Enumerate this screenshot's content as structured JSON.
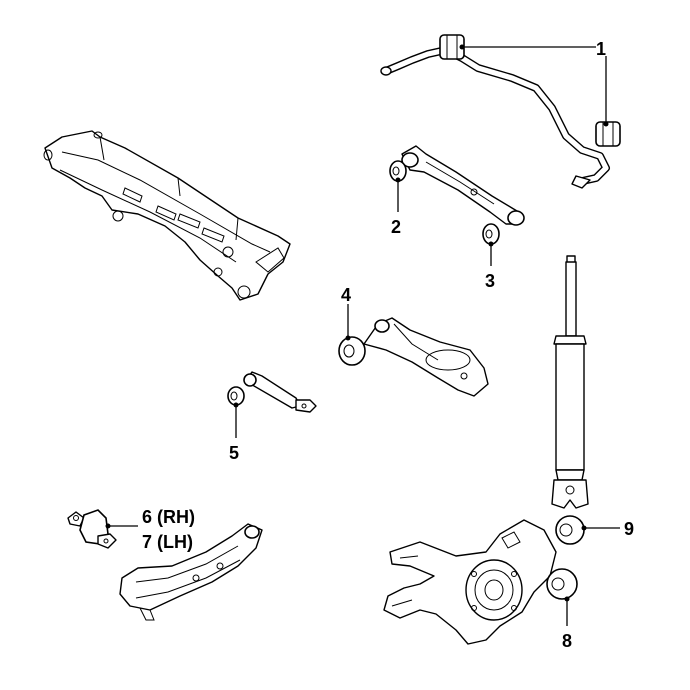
{
  "callouts": {
    "c1": "1",
    "c2": "2",
    "c3": "3",
    "c4": "4",
    "c5": "5",
    "c6": "6 (RH)",
    "c7": "7 (LH)",
    "c8": "8",
    "c9": "9"
  }
}
